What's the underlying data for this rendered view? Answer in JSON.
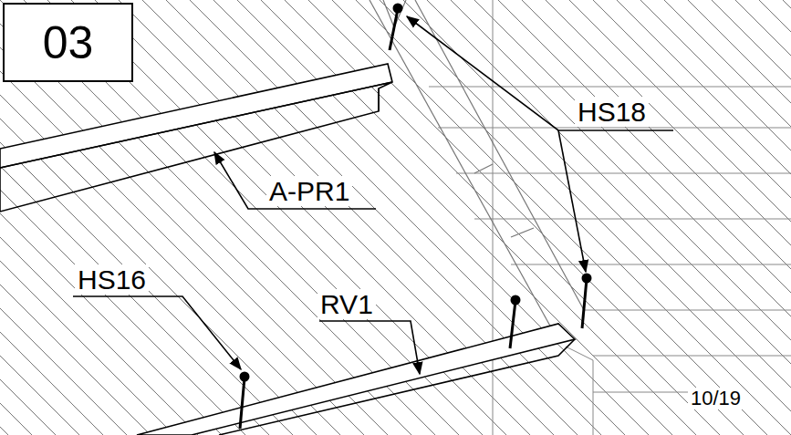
{
  "diagram": {
    "nodes": [
      {
        "text": [
          "03"
        ]
      }
    ],
    "labels": [
      "HS18",
      "A-PR1",
      "HS16",
      "RV1",
      "10/19"
    ]
  }
}
